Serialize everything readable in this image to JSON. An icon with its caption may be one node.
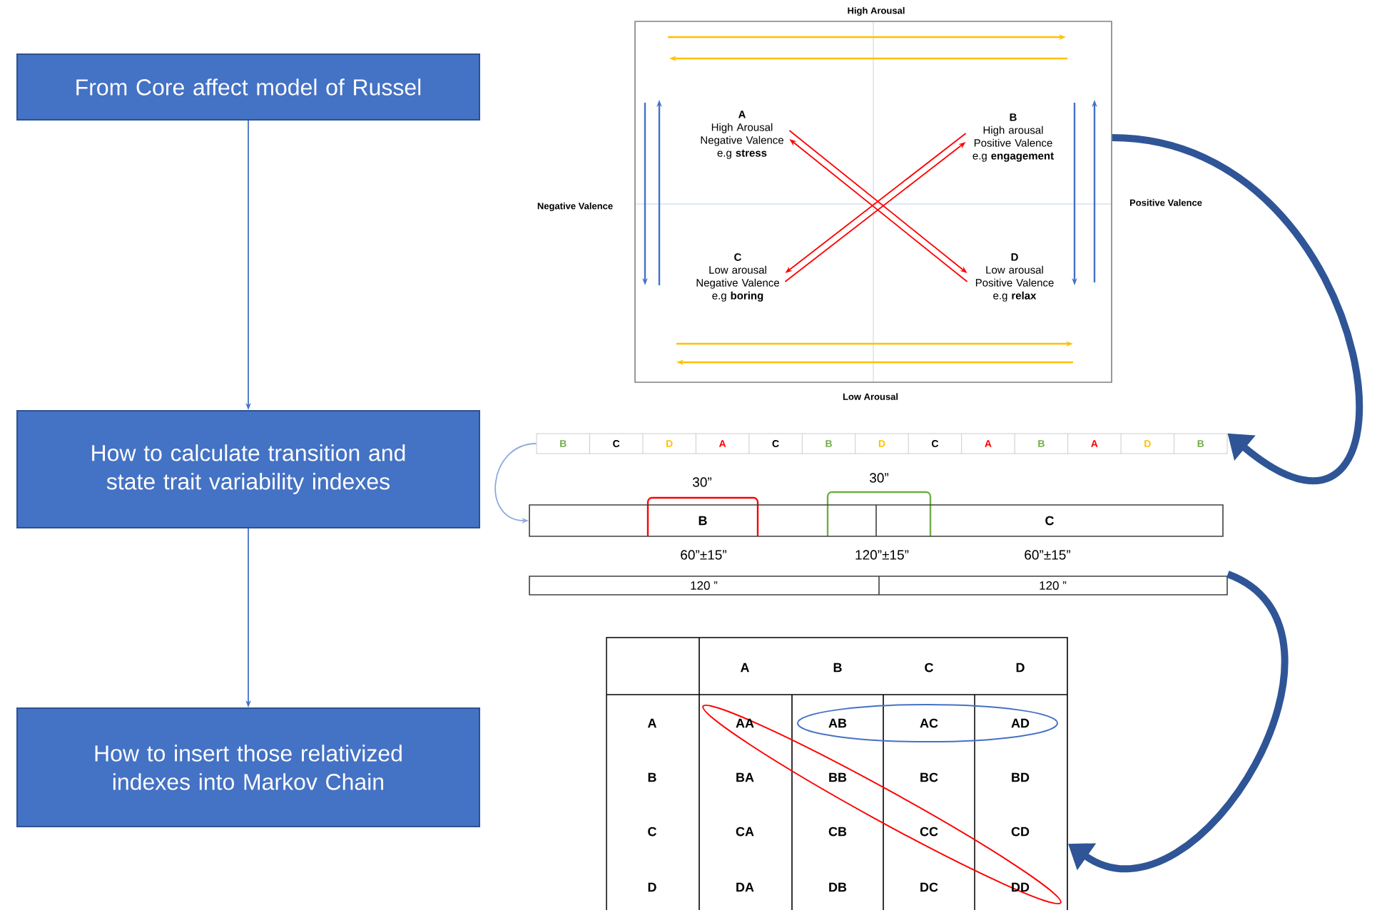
{
  "diagram": {
    "nodes": [
      {
        "text": [
          "From Core affect model of Russel"
        ]
      },
      {
        "text": [
          "How to calculate transition and state trait variability indexes"
        ]
      },
      {
        "text": [
          "How to insert those relativized indexes into Markov Chain"
        ]
      },
      {
        "text": [],
        "shape": "box"
      },
      {
        "text": [
          "A",
          "High Arousal Negative Valence e.g **stress**"
        ],
        "in": 3
      },
      {
        "text": [
          "B",
          "High arousal Positive Valence e.g **engagement**"
        ],
        "in": 3
      },
      {
        "text": [
          "C",
          "Low arousal Negative Valence e.g **boring**"
        ],
        "in": 3
      },
      {
        "text": [
          "D",
          "Low arousal Positive Valence e.g **relax**"
        ],
        "in": 3
      },
      {
        "text": [
          "B",
          "C",
          "D",
          "A",
          "C",
          "B",
          "D",
          "C",
          "A",
          "B",
          "A",
          "D",
          "B"
        ]
      },
      {
        "text": [
          "B",
          "C"
        ]
      },
      {
        "text": [
          "120 ”",
          "120 ”"
        ]
      },
      {
        "text": [],
        "shape": "box"
      }
    ],
    "edges": [
      {
        "from": 0,
        "to": 1,
        "arrow": "to",
        "color": "#4472c4"
      },
      {
        "from": 1,
        "to": 2,
        "arrow": "to",
        "color": "#4472c4"
      },
      {
        "from": 4,
        "to": 7,
        "arrow": "to",
        "color": "#ff0000"
      },
      {
        "from": 7,
        "to": 4,
        "arrow": "to",
        "color": "#ff0000"
      },
      {
        "from": 6,
        "to": 5,
        "arrow": "to",
        "color": "#ff0000"
      },
      {
        "from": 5,
        "to": 6,
        "arrow": "to",
        "color": "#ff0000"
      },
      {
        "from": 4,
        "to": 5,
        "arrow": "to",
        "color": "#ffc000"
      },
      {
        "from": 5,
        "to": 4,
        "arrow": "to",
        "color": "#ffc000"
      },
      {
        "from": 6,
        "to": 7,
        "arrow": "to",
        "color": "#ffc000"
      },
      {
        "from": 7,
        "to": 6,
        "arrow": "to",
        "color": "#ffc000"
      },
      {
        "from": 4,
        "to": 6,
        "arrow": "to",
        "color": "#4472c4"
      },
      {
        "from": 6,
        "to": 4,
        "arrow": "to",
        "color": "#4472c4"
      },
      {
        "from": 5,
        "to": 7,
        "arrow": "to",
        "color": "#4472c4"
      },
      {
        "from": 7,
        "to": 5,
        "arrow": "to",
        "color": "#4472c4"
      },
      {
        "from": 3,
        "to": 8,
        "arrow": "to",
        "style": "thick",
        "color": "#2f5597"
      },
      {
        "from": 8,
        "to": 9,
        "arrow": "to",
        "color": "#8faadc"
      },
      {
        "from": 10,
        "to": 11,
        "arrow": "to",
        "style": "thick",
        "color": "#2f5597"
      }
    ],
    "labels": [
      "High Arousal",
      "Negative Valence",
      "Positive Valence",
      "Low Arousal",
      "30”",
      "30”",
      "60”±15”",
      "120”±15”",
      "60”±15”",
      "A",
      "B",
      "C",
      "D",
      "A",
      "AA",
      "AB",
      "AC",
      "AD",
      "B",
      "BA",
      "BB",
      "BC",
      "BD",
      "C",
      "CA",
      "CB",
      "CC",
      "CD",
      "D",
      "DA",
      "DB",
      "DC",
      "DD"
    ]
  }
}
